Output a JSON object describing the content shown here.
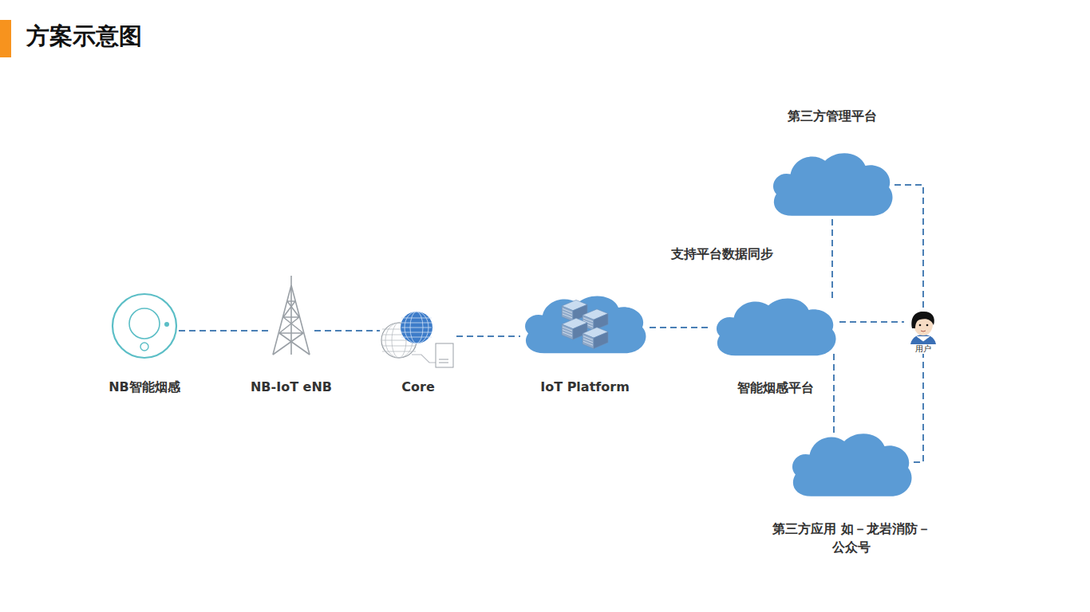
{
  "diagram": {
    "title": "方案示意图",
    "nodes": [
      {
        "text": [
          "NB智能烟感"
        ]
      },
      {
        "text": [
          "NB-IoT eNB"
        ]
      },
      {
        "text": [
          "Core"
        ]
      },
      {
        "text": [
          "IoT Platform"
        ]
      },
      {
        "text": [
          "智能烟感平台"
        ]
      },
      {
        "text": [
          "第三方管理平台"
        ]
      },
      {
        "text": [
          "第三方应用 如－龙岩消防－公众号"
        ]
      },
      {
        "text": [
          "用户"
        ]
      }
    ],
    "edges": [
      {
        "from": 0,
        "to": 1,
        "arrow": "none"
      },
      {
        "from": 1,
        "to": 2,
        "arrow": "none"
      },
      {
        "from": 2,
        "to": 3,
        "arrow": "none"
      },
      {
        "from": 3,
        "to": 4,
        "arrow": "none"
      },
      {
        "from": 4,
        "to": 5,
        "label": "支持平台数据同步",
        "arrow": "none"
      },
      {
        "from": 4,
        "to": 6,
        "arrow": "none"
      },
      {
        "from": 4,
        "to": 7,
        "arrow": "none"
      },
      {
        "from": 5,
        "to": 7,
        "arrow": "none"
      },
      {
        "from": 6,
        "to": 7,
        "arrow": "none"
      }
    ]
  }
}
